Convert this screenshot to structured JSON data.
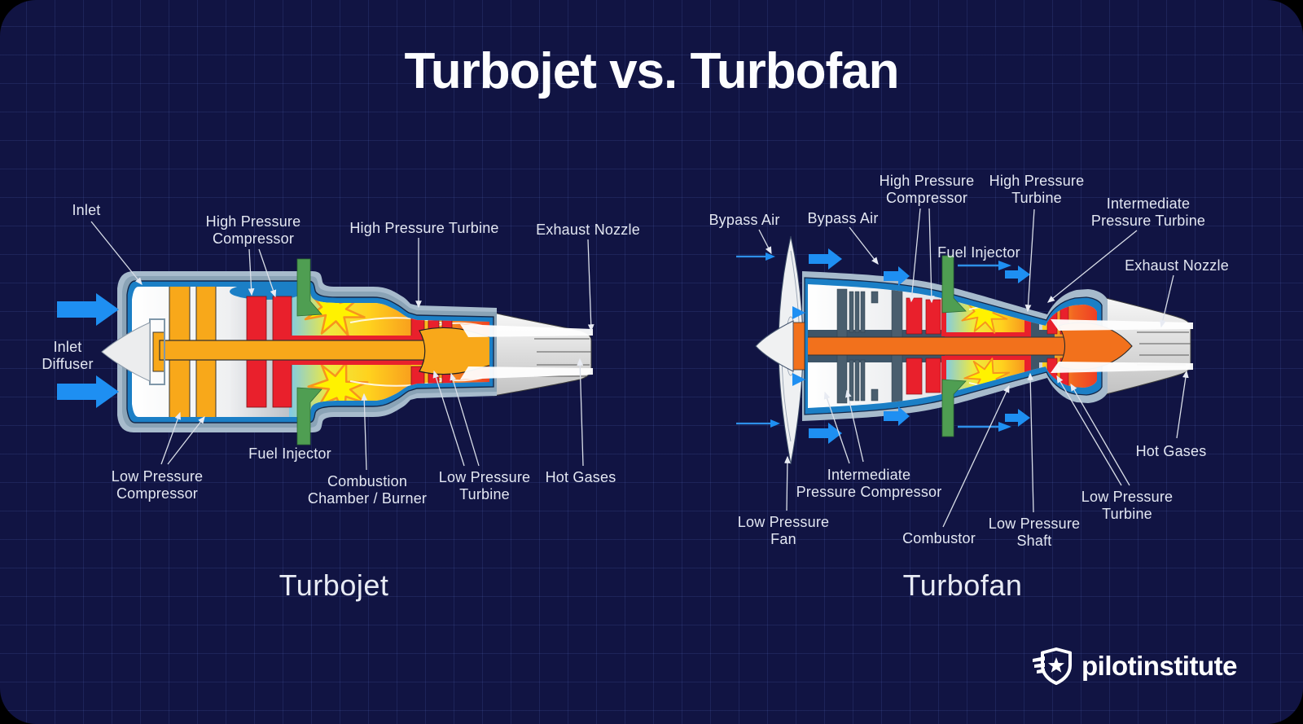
{
  "title": "Turbojet vs. Turbofan",
  "turbojet": {
    "caption": "Turbojet",
    "labels": {
      "inlet": {
        "line1": "Inlet"
      },
      "hp_compressor": {
        "line1": "High Pressure",
        "line2": "Compressor"
      },
      "hp_turbine": {
        "line1": "High Pressure Turbine"
      },
      "exhaust_nozzle": {
        "line1": "Exhaust Nozzle"
      },
      "inlet_diffuser": {
        "line1": "Inlet",
        "line2": "Diffuser"
      },
      "fuel_injector": {
        "line1": "Fuel Injector"
      },
      "lp_compressor": {
        "line1": "Low Pressure",
        "line2": "Compressor"
      },
      "combustion_chamber": {
        "line1": "Combustion",
        "line2": "Chamber / Burner"
      },
      "lp_turbine": {
        "line1": "Low Pressure",
        "line2": "Turbine"
      },
      "hot_gases": {
        "line1": "Hot Gases"
      }
    }
  },
  "turbofan": {
    "caption": "Turbofan",
    "labels": {
      "bypass_air_1": {
        "line1": "Bypass Air"
      },
      "bypass_air_2": {
        "line1": "Bypass Air"
      },
      "hp_compressor": {
        "line1": "High Pressure",
        "line2": "Compressor"
      },
      "hp_turbine": {
        "line1": "High Pressure",
        "line2": "Turbine"
      },
      "ip_turbine": {
        "line1": "Intermediate",
        "line2": "Pressure Turbine"
      },
      "fuel_injector": {
        "line1": "Fuel Injector"
      },
      "exhaust_nozzle": {
        "line1": "Exhaust Nozzle"
      },
      "hot_gases": {
        "line1": "Hot Gases"
      },
      "lp_turbine": {
        "line1": "Low Pressure",
        "line2": "Turbine"
      },
      "lp_shaft": {
        "line1": "Low Pressure",
        "line2": "Shaft"
      },
      "combustor": {
        "line1": "Combustor"
      },
      "ip_compressor": {
        "line1": "Intermediate",
        "line2": "Pressure Compressor"
      },
      "lp_fan": {
        "line1": "Low Pressure",
        "line2": "Fan"
      }
    }
  },
  "logo": {
    "text": "pilotinstitute"
  },
  "colors": {
    "background": "#111443",
    "grid_line": "#2A3160",
    "arrow_blue": "#1E8FF2",
    "compressor_orange": "#F8A81A",
    "hot_red": "#E9202C",
    "injector_green": "#4F9E52",
    "shaft_orange": "#F2711C",
    "slate": "#44586A",
    "casing_blue": "#1B7FC6",
    "casing_gray": "#A7BBCC",
    "text": "#E3E7F2"
  }
}
